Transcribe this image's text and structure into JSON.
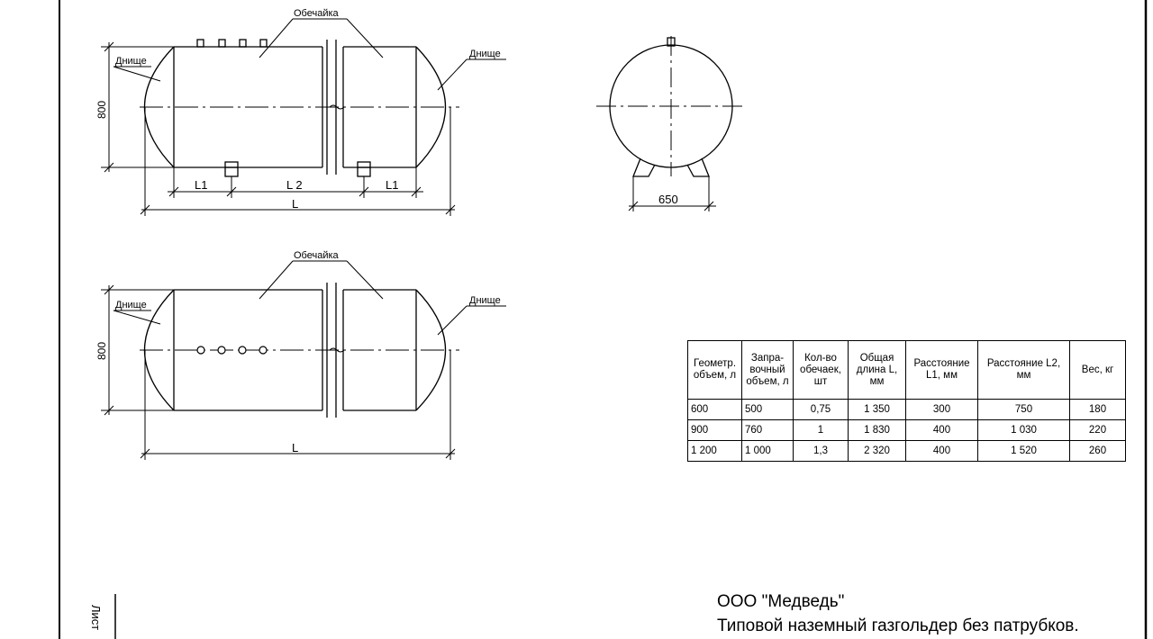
{
  "drawing": {
    "top_view": {
      "shell_label": "Обечайка",
      "head_left_label": "Днище",
      "head_right_label": "Днище",
      "height_dim": "800",
      "dim_l1_left": "L1",
      "dim_l2": "L 2",
      "dim_l1_right": "L1",
      "dim_total": "L"
    },
    "end_view": {
      "width_dim": "650"
    },
    "bottom_view": {
      "shell_label": "Обечайка",
      "head_left_label": "Днище",
      "head_right_label": "Днище",
      "height_dim": "800",
      "dim_total": "L"
    }
  },
  "table": {
    "headers": [
      "Геометр. объем, л",
      "Запра-вочный объем, л",
      "Кол-во обечаек, шт",
      "Общая длина L, мм",
      "Расстояние L1, мм",
      "Расстояние L2, мм",
      "Вес, кг"
    ],
    "rows": [
      [
        "600",
        "500",
        "0,75",
        "1 350",
        "300",
        "750",
        "180"
      ],
      [
        "900",
        "760",
        "1",
        "1 830",
        "400",
        "1 030",
        "220"
      ],
      [
        "1 200",
        "1 000",
        "1,3",
        "2 320",
        "400",
        "1 520",
        "260"
      ]
    ]
  },
  "title_block": {
    "company": "ООО \"Медведь\"",
    "description": "Типовой наземный газгольдер без патрубков."
  },
  "sheet_label": "Лист"
}
